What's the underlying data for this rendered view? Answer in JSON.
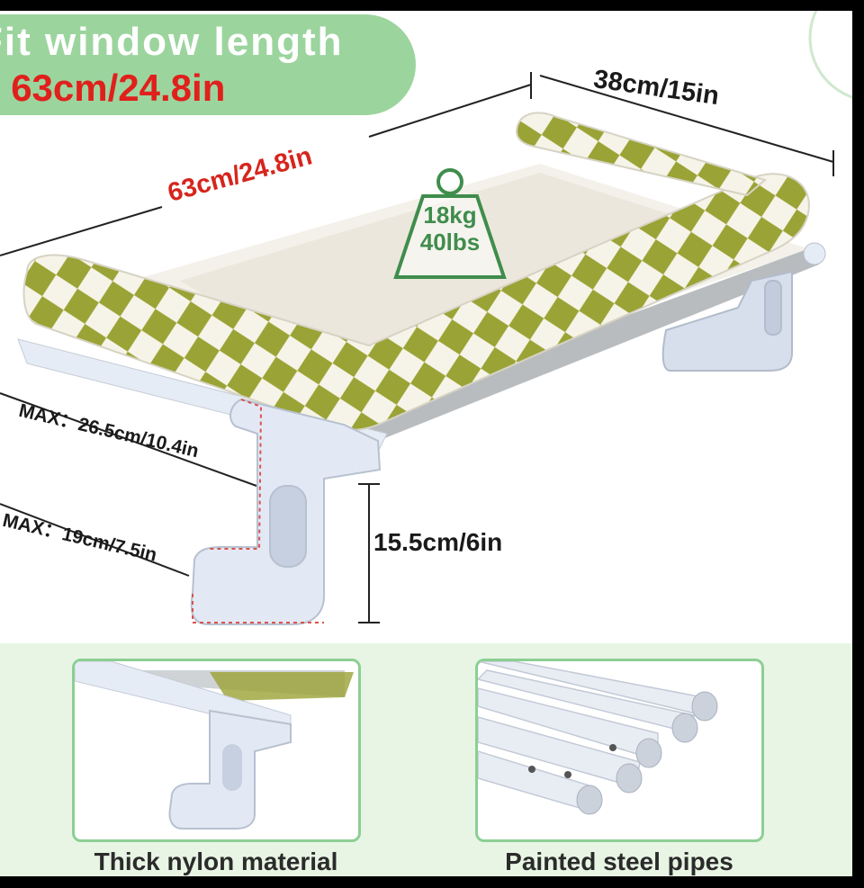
{
  "banner": {
    "line1": "Fit window length",
    "line2_prefix": "> ",
    "line2_value": "63cm/24.8in"
  },
  "dimensions": {
    "depth": "38cm/15in",
    "length": "63cm/24.8in",
    "max_upper": "MAX：26.5cm/10.4in",
    "max_lower": "MAX：19cm/7.5in",
    "height": "15.5cm/6in"
  },
  "weight_capacity": {
    "kg": "18kg",
    "lbs": "40lbs",
    "icon": "weight-icon"
  },
  "features": [
    {
      "caption": "Thick nylon material",
      "icon": "nylon-bracket-closeup"
    },
    {
      "caption": "Painted steel pipes",
      "icon": "steel-pipes-closeup"
    }
  ],
  "colors": {
    "banner_green": "#9cd49e",
    "highlight_red": "#e0201c",
    "plush_green": "#9aa335",
    "bracket_blue": "#dfe6f2",
    "card_border": "#8ccf93"
  }
}
